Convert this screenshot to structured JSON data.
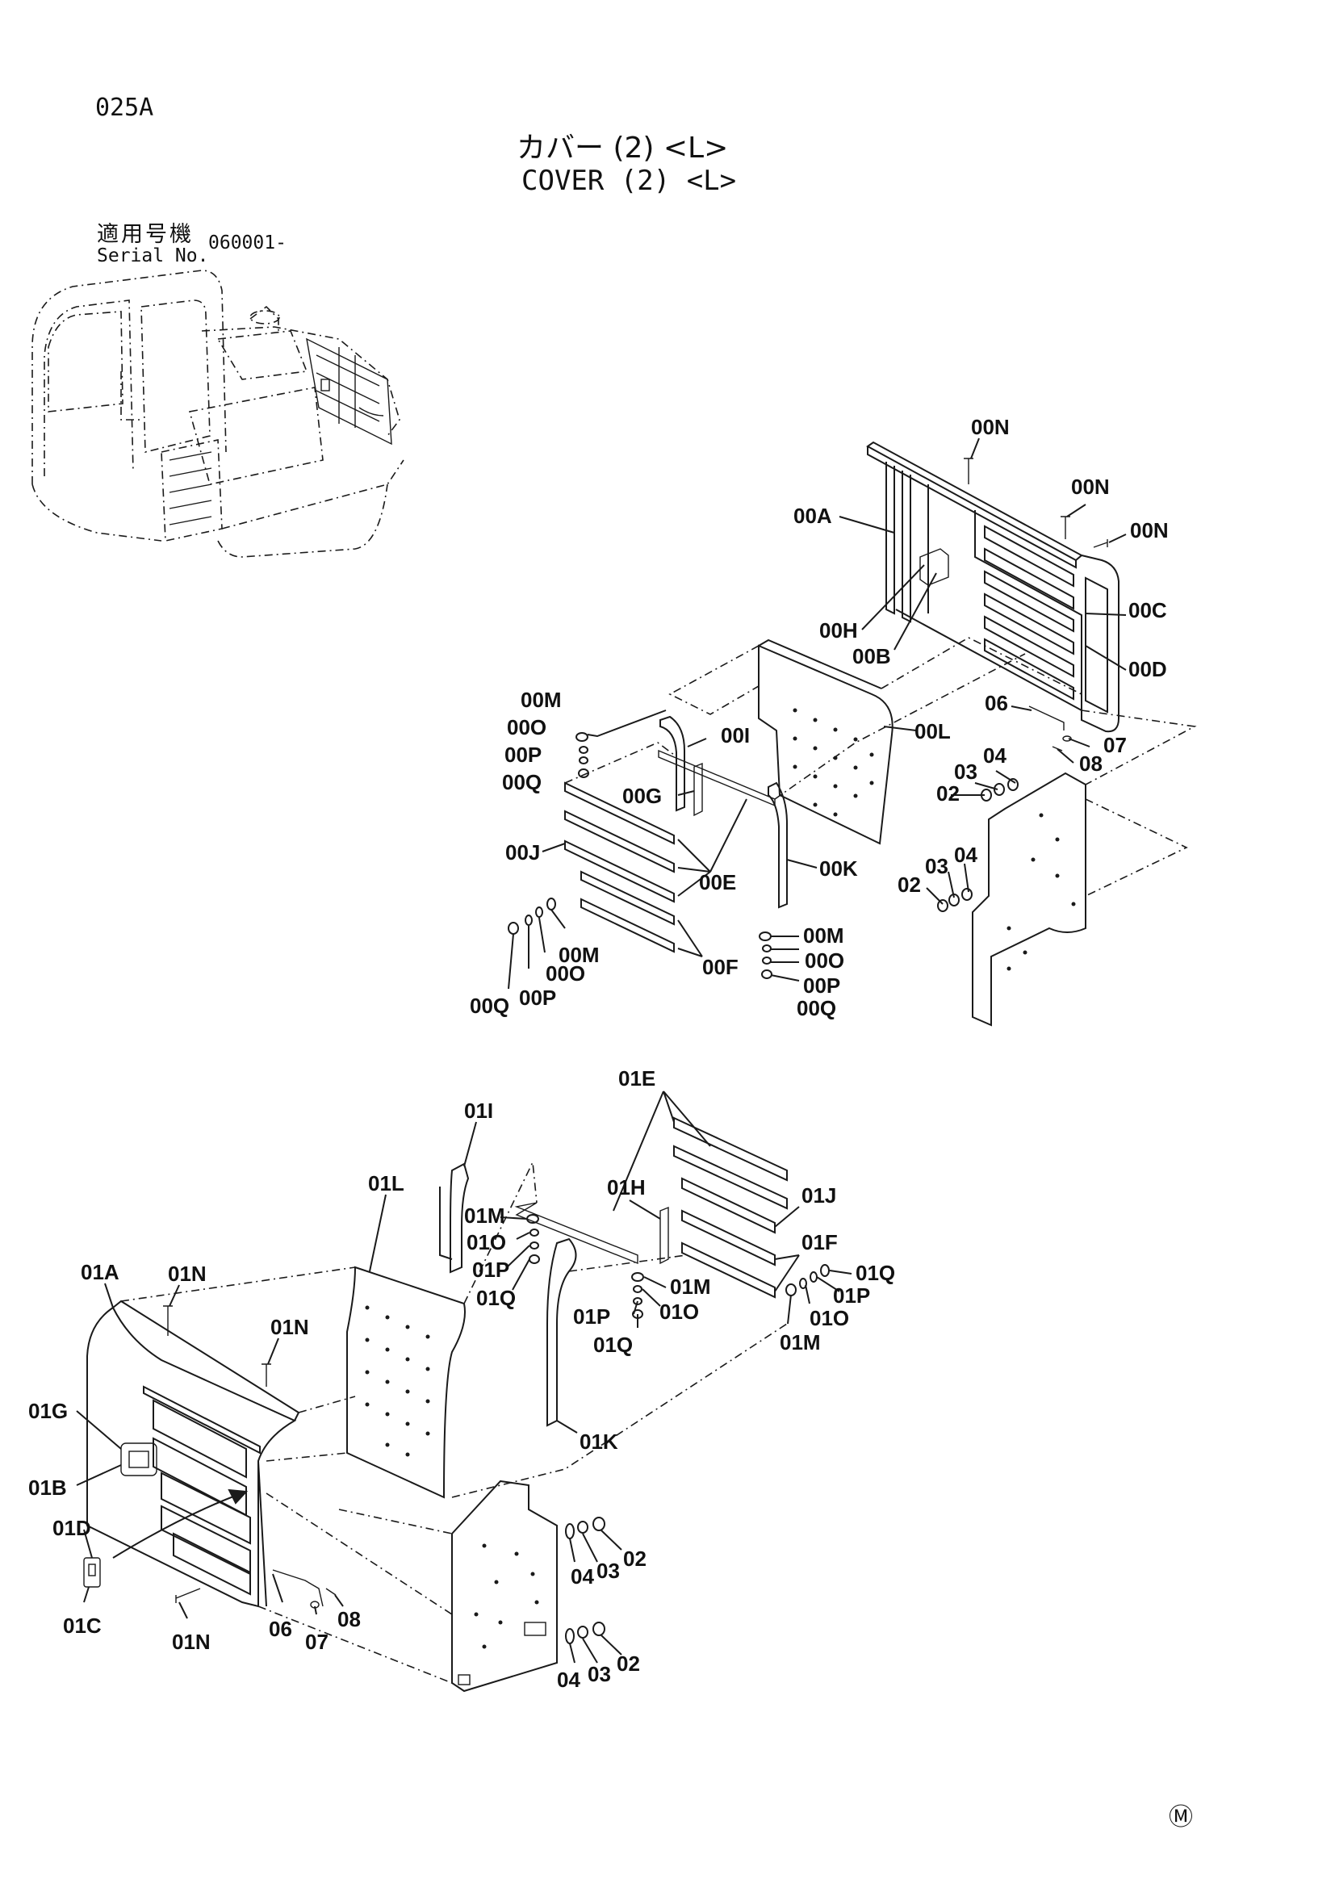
{
  "header": {
    "page_code": "025A",
    "title_jp": "カバー (2) <L>",
    "title_en": "COVER (2) <L>",
    "serial_label_jp": "適用号機",
    "serial_label_en": "Serial No.",
    "serial_value": "060001-"
  },
  "footer_mark": "Ⓜ",
  "callouts": {
    "c00N_a": "00N",
    "c00N_b": "00N",
    "c00N_c": "00N",
    "c00A": "00A",
    "c00C": "00C",
    "c00D": "00D",
    "c00H": "00H",
    "c00B": "00B",
    "c00M_a": "00M",
    "c00O_a": "00O",
    "c00P_a": "00P",
    "c00Q_a": "00Q",
    "c00I": "00I",
    "c00L": "00L",
    "c00G": "00G",
    "c00J": "00J",
    "c00K": "00K",
    "c00E": "00E",
    "c00F": "00F",
    "c00M_b": "00M",
    "c00O_b": "00O",
    "c00P_b": "00P",
    "c00Q_b": "00Q",
    "c00M_c": "00M",
    "c00O_c": "00O",
    "c00P_c": "00P",
    "c00Q_c": "00Q",
    "c06_a": "06",
    "c07_a": "07",
    "c08_a": "08",
    "c04_a": "04",
    "c03_a": "03",
    "c02_a": "02",
    "c04_b": "04",
    "c03_b": "03",
    "c02_b": "02",
    "c01E": "01E",
    "c01I": "01I",
    "c01L": "01L",
    "c01H": "01H",
    "c01J": "01J",
    "c01F": "01F",
    "c01M_a": "01M",
    "c01O_a": "01O",
    "c01P_a": "01P",
    "c01Q_a": "01Q",
    "c01A": "01A",
    "c01N_a": "01N",
    "c01N_b": "01N",
    "c01M_b": "01M",
    "c01O_b": "01O",
    "c01P_b": "01P",
    "c01Q_b": "01Q",
    "c01Q_c": "01Q",
    "c01P_c": "01P",
    "c01O_c": "01O",
    "c01M_c": "01M",
    "c01G": "01G",
    "c01K": "01K",
    "c01B": "01B",
    "c01D": "01D",
    "c01C": "01C",
    "c01N_c": "01N",
    "c06_b": "06",
    "c07_b": "07",
    "c08_b": "08",
    "c04_c": "04",
    "c03_c": "03",
    "c02_c": "02",
    "c04_d": "04",
    "c03_d": "03",
    "c02_d": "02"
  }
}
